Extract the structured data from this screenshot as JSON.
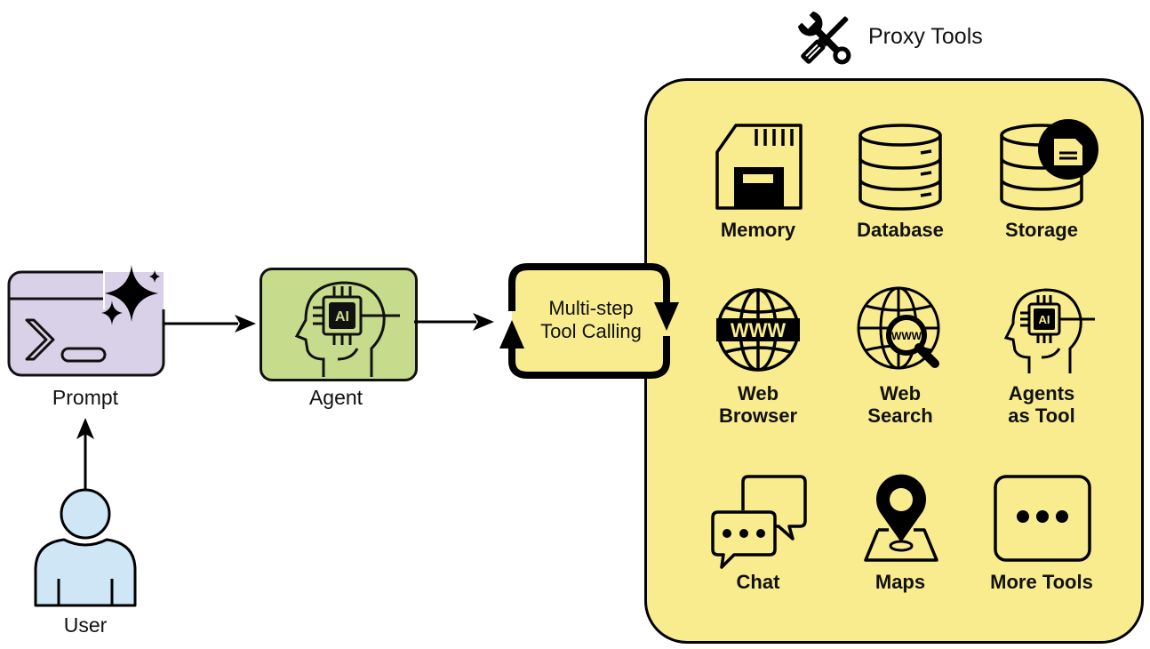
{
  "diagram": {
    "nodes": {
      "prompt": {
        "label": "Prompt",
        "fill": "#d9d1e8"
      },
      "agent": {
        "label": "Agent",
        "fill": "#c6dc8c"
      },
      "loop": {
        "line1": "Multi-step",
        "line2": "Tool Calling",
        "fill": "#f9ec8f"
      },
      "user": {
        "label": "User",
        "fill": "#cfe6f6"
      }
    },
    "agent_chip_text": "AI",
    "proxy_tools": {
      "title": "Proxy Tools",
      "fill": "#f9ec8f",
      "tools": [
        {
          "id": "memory",
          "label": "Memory"
        },
        {
          "id": "database",
          "label": "Database"
        },
        {
          "id": "storage",
          "label": "Storage"
        },
        {
          "id": "web-browser",
          "line1": "Web",
          "line2": "Browser",
          "badge": "WWW"
        },
        {
          "id": "web-search",
          "line1": "Web",
          "line2": "Search",
          "badge": "WWW"
        },
        {
          "id": "agents-as-tool",
          "line1": "Agents",
          "line2": "as Tool",
          "badge": "AI"
        },
        {
          "id": "chat",
          "label": "Chat"
        },
        {
          "id": "maps",
          "label": "Maps"
        },
        {
          "id": "more-tools",
          "label": "More Tools"
        }
      ]
    },
    "edges": [
      {
        "from": "user",
        "to": "prompt"
      },
      {
        "from": "prompt",
        "to": "agent"
      },
      {
        "from": "agent",
        "to": "loop"
      }
    ]
  }
}
